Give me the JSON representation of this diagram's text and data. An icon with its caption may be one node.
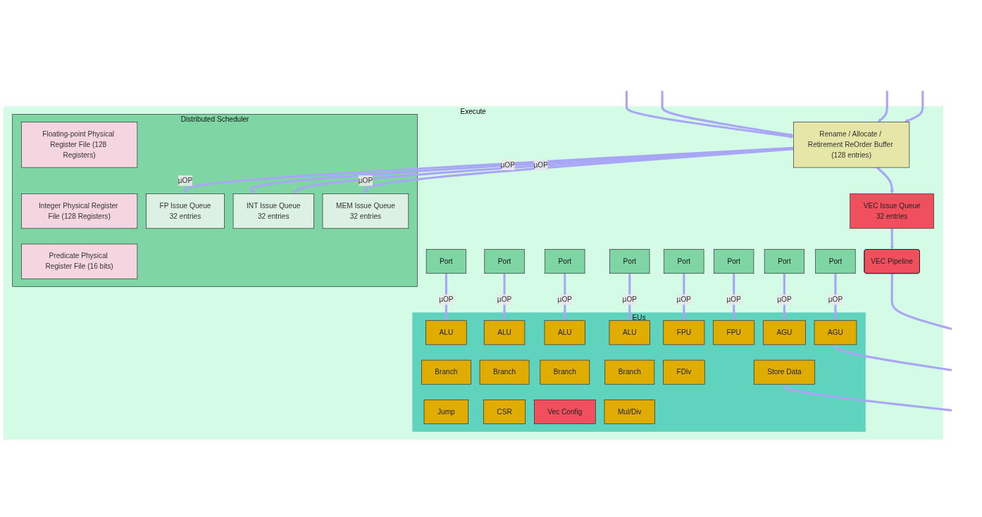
{
  "diagram": {
    "nodes": [
      {
        "text": [
          "Execute"
        ]
      },
      {
        "text": [
          "Rename / Allocate / Retirement ReOrder Buffer (128 entries)"
        ],
        "in": 0
      },
      {
        "text": [
          "Distributed Scheduler"
        ],
        "in": 0
      },
      {
        "text": [
          "Floating-point Physical Register File (128 Registers)"
        ],
        "in": 2
      },
      {
        "text": [
          "Integer Physical Register File (128 Registers)"
        ],
        "in": 2
      },
      {
        "text": [
          "Predicate Physical Register File (16 bits)"
        ],
        "in": 2
      },
      {
        "text": [
          "FP Issue Queue",
          "32 entries"
        ],
        "in": 2
      },
      {
        "text": [
          "INT Issue Queue",
          "32 entries"
        ],
        "in": 2
      },
      {
        "text": [
          "MEM Issue Queue",
          "32 entries"
        ],
        "in": 2
      },
      {
        "text": [
          "Port"
        ],
        "in": 0
      },
      {
        "text": [
          "Port"
        ],
        "in": 0
      },
      {
        "text": [
          "Port"
        ],
        "in": 0
      },
      {
        "text": [
          "Port"
        ],
        "in": 0
      },
      {
        "text": [
          "Port"
        ],
        "in": 0
      },
      {
        "text": [
          "Port"
        ],
        "in": 0
      },
      {
        "text": [
          "Port"
        ],
        "in": 0
      },
      {
        "text": [
          "Port"
        ],
        "in": 0
      },
      {
        "text": [
          "EUs"
        ],
        "in": 0
      },
      {
        "text": [
          "ALU"
        ],
        "in": 17
      },
      {
        "text": [
          "Branch"
        ],
        "in": 17
      },
      {
        "text": [
          "Jump"
        ],
        "in": 17
      },
      {
        "text": [
          "ALU"
        ],
        "in": 17
      },
      {
        "text": [
          "Branch"
        ],
        "in": 17
      },
      {
        "text": [
          "CSR"
        ],
        "in": 17
      },
      {
        "text": [
          "ALU"
        ],
        "in": 17
      },
      {
        "text": [
          "Branch"
        ],
        "in": 17
      },
      {
        "text": [
          "Vec Config"
        ],
        "in": 17
      },
      {
        "text": [
          "ALU"
        ],
        "in": 17
      },
      {
        "text": [
          "Branch"
        ],
        "in": 17
      },
      {
        "text": [
          "Mul/Div"
        ],
        "in": 17
      },
      {
        "text": [
          "FPU"
        ],
        "in": 17
      },
      {
        "text": [
          "FDiv"
        ],
        "in": 17
      },
      {
        "text": [
          "FPU"
        ],
        "in": 17
      },
      {
        "text": [
          "AGU"
        ],
        "in": 17
      },
      {
        "text": [
          "Store Data"
        ],
        "in": 17
      },
      {
        "text": [
          "AGU"
        ],
        "in": 17
      },
      {
        "text": [
          "VEC Issue Queue",
          "32 entries"
        ],
        "in": 0
      },
      {
        "text": [
          "VEC Pipeline"
        ],
        "in": 0
      }
    ],
    "edges": [
      {
        "from": null,
        "to": 1,
        "arrow": "to"
      },
      {
        "from": null,
        "to": 1,
        "arrow": "to"
      },
      {
        "from": null,
        "to": 1,
        "arrow": "to"
      },
      {
        "from": null,
        "to": 1,
        "arrow": "to"
      },
      {
        "from": 1,
        "to": 36,
        "arrow": "to"
      },
      {
        "from": 1,
        "to": 6,
        "arrow": "to",
        "label": "µOP"
      },
      {
        "from": 1,
        "to": 7,
        "arrow": "to",
        "label": "µOP"
      },
      {
        "from": 1,
        "to": 7,
        "arrow": "to",
        "label": "µOP"
      },
      {
        "from": 1,
        "to": 8,
        "arrow": "to",
        "label": "µOP"
      },
      {
        "from": 9,
        "to": 18,
        "arrow": "to",
        "label": "µOP"
      },
      {
        "from": 10,
        "to": 21,
        "arrow": "to",
        "label": "µOP"
      },
      {
        "from": 11,
        "to": 24,
        "arrow": "to",
        "label": "µOP"
      },
      {
        "from": 12,
        "to": 27,
        "arrow": "to",
        "label": "µOP"
      },
      {
        "from": 13,
        "to": 30,
        "arrow": "to",
        "label": "µOP"
      },
      {
        "from": 14,
        "to": 32,
        "arrow": "to",
        "label": "µOP"
      },
      {
        "from": 15,
        "to": 33,
        "arrow": "to",
        "label": "µOP"
      },
      {
        "from": 16,
        "to": 35,
        "arrow": "to",
        "label": "µOP"
      },
      {
        "from": 36,
        "to": 37,
        "arrow": "to"
      },
      {
        "from": 37,
        "to": null,
        "arrow": "none"
      },
      {
        "from": 34,
        "to": null,
        "arrow": "none"
      },
      {
        "from": 35,
        "to": null,
        "arrow": "none"
      }
    ]
  }
}
